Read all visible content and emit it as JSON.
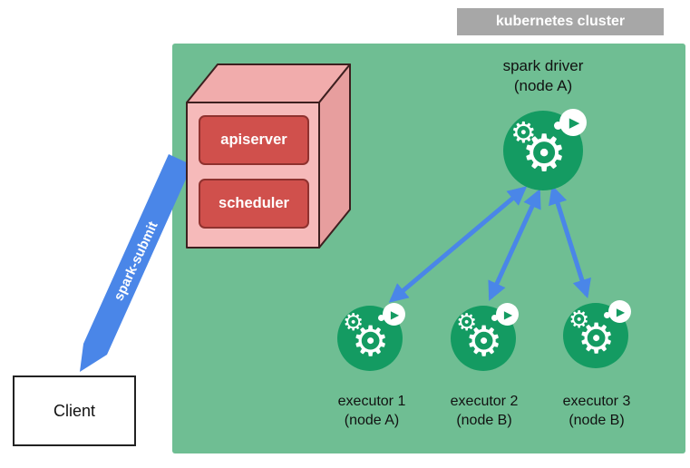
{
  "title": "kubernetes cluster",
  "colors": {
    "cluster_bg": "#6fbe93",
    "cluster_label_bg": "#a7a7a7",
    "cube_front": "#f6baba",
    "cube_top": "#f1acac",
    "cube_side": "#e79e9e",
    "cube_stroke": "#3d1f1f",
    "component_box": "#d0504c",
    "pod_green": "#149b62",
    "arrow": "#4a86e8"
  },
  "icons": {
    "gear": "⚙",
    "play": "▶"
  },
  "control_plane": {
    "apiserver": "apiserver",
    "scheduler": "scheduler"
  },
  "driver": {
    "name": "spark driver",
    "node": "(node A)"
  },
  "executors": [
    {
      "name": "executor 1",
      "node": "(node A)"
    },
    {
      "name": "executor 2",
      "node": "(node B)"
    },
    {
      "name": "executor 3",
      "node": "(node B)"
    }
  ],
  "client": "Client",
  "spark_submit": "spark-submit"
}
